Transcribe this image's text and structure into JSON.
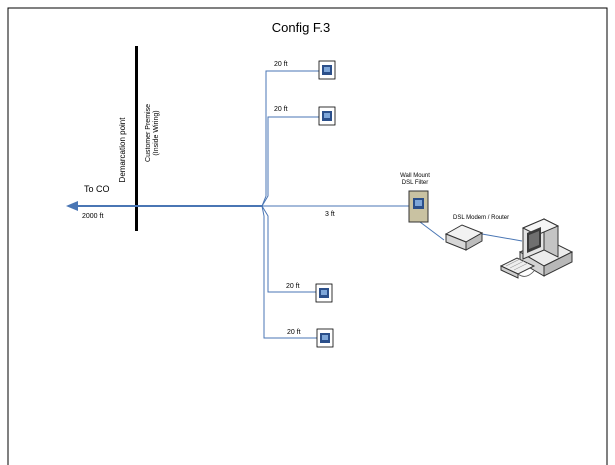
{
  "diagram": {
    "title": "Config F.3",
    "demarcation_label": "Demarcation point",
    "premise_label_line1": "Customer Premise",
    "premise_label_line2": "(Inside Wiring)",
    "to_co_label": "To CO",
    "co_distance": "2000 ft",
    "filter_distance": "3 ft",
    "filter_label_line1": "Wall Mount",
    "filter_label_line2": "DSL Filter",
    "modem_label": "DSL Modem / Router",
    "jacks": [
      {
        "distance": "20 ft"
      },
      {
        "distance": "20 ft"
      },
      {
        "distance": "20 ft"
      },
      {
        "distance": "20 ft"
      }
    ]
  },
  "colors": {
    "wire": "#4a76b4",
    "arrow": "#4a76b4",
    "border": "#000000",
    "filter_fill": "#c9c2a2",
    "jack_blue": "#2b4f8a"
  }
}
